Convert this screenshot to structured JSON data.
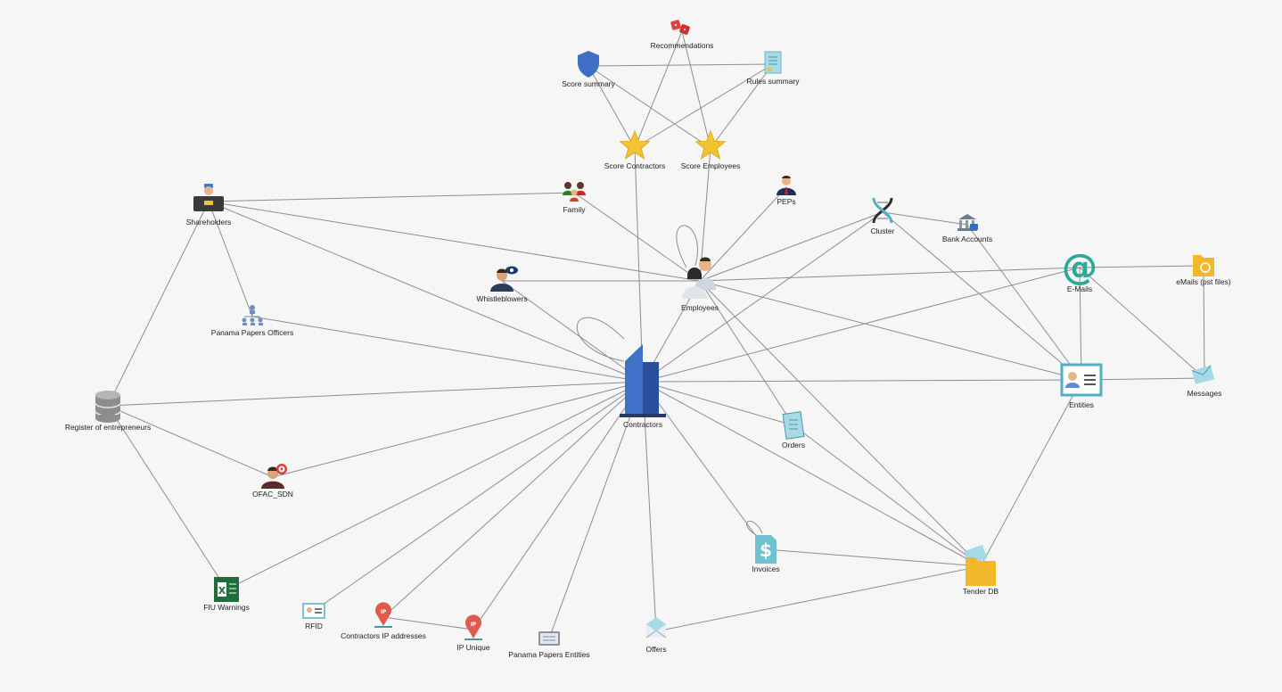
{
  "nodes": {
    "recommendations": {
      "label": "Recommendations",
      "icon": "dice-icon"
    },
    "score_summary": {
      "label": "Score summary",
      "icon": "shield-icon"
    },
    "rules_summary": {
      "label": "Rules summary",
      "icon": "document-icon"
    },
    "score_contractors": {
      "label": "Score Contractors",
      "icon": "star-icon"
    },
    "score_employees": {
      "label": "Score Employees",
      "icon": "star-icon"
    },
    "shareholders": {
      "label": "Shareholders",
      "icon": "businessman-icon"
    },
    "family": {
      "label": "Family",
      "icon": "family-icon"
    },
    "peps": {
      "label": "PEPs",
      "icon": "politician-icon"
    },
    "cluster": {
      "label": "Cluster",
      "icon": "dna-icon"
    },
    "bank_accounts": {
      "label": "Bank Accounts",
      "icon": "bank-icon"
    },
    "emails": {
      "label": "E-Mails",
      "icon": "at-sign-icon"
    },
    "emails_pst": {
      "label": "eMails (pst files)",
      "icon": "folder-icon"
    },
    "whistleblowers": {
      "label": "Whistleblowers",
      "icon": "spy-person-icon"
    },
    "employees": {
      "label": "Employees",
      "icon": "people-icon"
    },
    "panama_officers": {
      "label": "Panama Papers Officers",
      "icon": "org-chart-icon"
    },
    "contractors": {
      "label": "Contractors",
      "icon": "building-icon"
    },
    "entities": {
      "label": "Entities",
      "icon": "id-card-icon"
    },
    "messages": {
      "label": "Messages",
      "icon": "envelope-icon"
    },
    "register": {
      "label": "Register of entrepreneurs",
      "icon": "database-icon"
    },
    "orders": {
      "label": "Orders",
      "icon": "order-document-icon"
    },
    "ofac": {
      "label": "OFAC_SDN",
      "icon": "target-person-icon"
    },
    "invoices": {
      "label": "Invoices",
      "icon": "dollar-document-icon"
    },
    "tender_db": {
      "label": "Tender DB",
      "icon": "folder-icon"
    },
    "fiu": {
      "label": "FIU Warnings",
      "icon": "excel-icon"
    },
    "rfid": {
      "label": "RFID",
      "icon": "rfid-card-icon"
    },
    "contractors_ip": {
      "label": "Contractors IP addresses",
      "icon": "ip-pin-icon"
    },
    "ip_unique": {
      "label": "IP Unique",
      "icon": "ip-pin-icon"
    },
    "panama_entities": {
      "label": "Panama Papers Entities",
      "icon": "screen-icon"
    },
    "offers": {
      "label": "Offers",
      "icon": "open-envelope-icon"
    }
  },
  "edges": [
    [
      "recommendations",
      "score_contractors"
    ],
    [
      "recommendations",
      "score_employees"
    ],
    [
      "score_summary",
      "rules_summary"
    ],
    [
      "score_summary",
      "score_contractors"
    ],
    [
      "score_summary",
      "score_employees"
    ],
    [
      "rules_summary",
      "score_contractors"
    ],
    [
      "rules_summary",
      "score_employees"
    ],
    [
      "score_contractors",
      "contractors"
    ],
    [
      "score_employees",
      "employees"
    ],
    [
      "shareholders",
      "family"
    ],
    [
      "shareholders",
      "employees"
    ],
    [
      "shareholders",
      "contractors"
    ],
    [
      "shareholders",
      "panama_officers"
    ],
    [
      "shareholders",
      "register"
    ],
    [
      "family",
      "employees"
    ],
    [
      "peps",
      "employees"
    ],
    [
      "cluster",
      "employees"
    ],
    [
      "cluster",
      "contractors"
    ],
    [
      "cluster",
      "bank_accounts"
    ],
    [
      "cluster",
      "entities"
    ],
    [
      "bank_accounts",
      "entities"
    ],
    [
      "emails",
      "employees"
    ],
    [
      "emails",
      "contractors"
    ],
    [
      "emails",
      "emails_pst"
    ],
    [
      "emails",
      "entities"
    ],
    [
      "emails",
      "messages"
    ],
    [
      "emails_pst",
      "messages"
    ],
    [
      "whistleblowers",
      "employees"
    ],
    [
      "whistleblowers",
      "contractors"
    ],
    [
      "employees",
      "contractors"
    ],
    [
      "employees",
      "entities"
    ],
    [
      "employees",
      "orders"
    ],
    [
      "employees",
      "tender_db"
    ],
    [
      "panama_officers",
      "contractors"
    ],
    [
      "register",
      "contractors"
    ],
    [
      "register",
      "ofac"
    ],
    [
      "register",
      "fiu"
    ],
    [
      "contractors",
      "entities"
    ],
    [
      "contractors",
      "orders"
    ],
    [
      "contractors",
      "invoices"
    ],
    [
      "contractors",
      "tender_db"
    ],
    [
      "contractors",
      "ofac"
    ],
    [
      "contractors",
      "fiu"
    ],
    [
      "contractors",
      "rfid"
    ],
    [
      "contractors",
      "contractors_ip"
    ],
    [
      "contractors",
      "ip_unique"
    ],
    [
      "contractors",
      "panama_entities"
    ],
    [
      "contractors",
      "offers"
    ],
    [
      "entities",
      "messages"
    ],
    [
      "entities",
      "tender_db"
    ],
    [
      "orders",
      "tender_db"
    ],
    [
      "invoices",
      "tender_db"
    ],
    [
      "offers",
      "tender_db"
    ],
    [
      "contractors_ip",
      "ip_unique"
    ]
  ],
  "self_loops": [
    "employees",
    "contractors",
    "invoices"
  ]
}
